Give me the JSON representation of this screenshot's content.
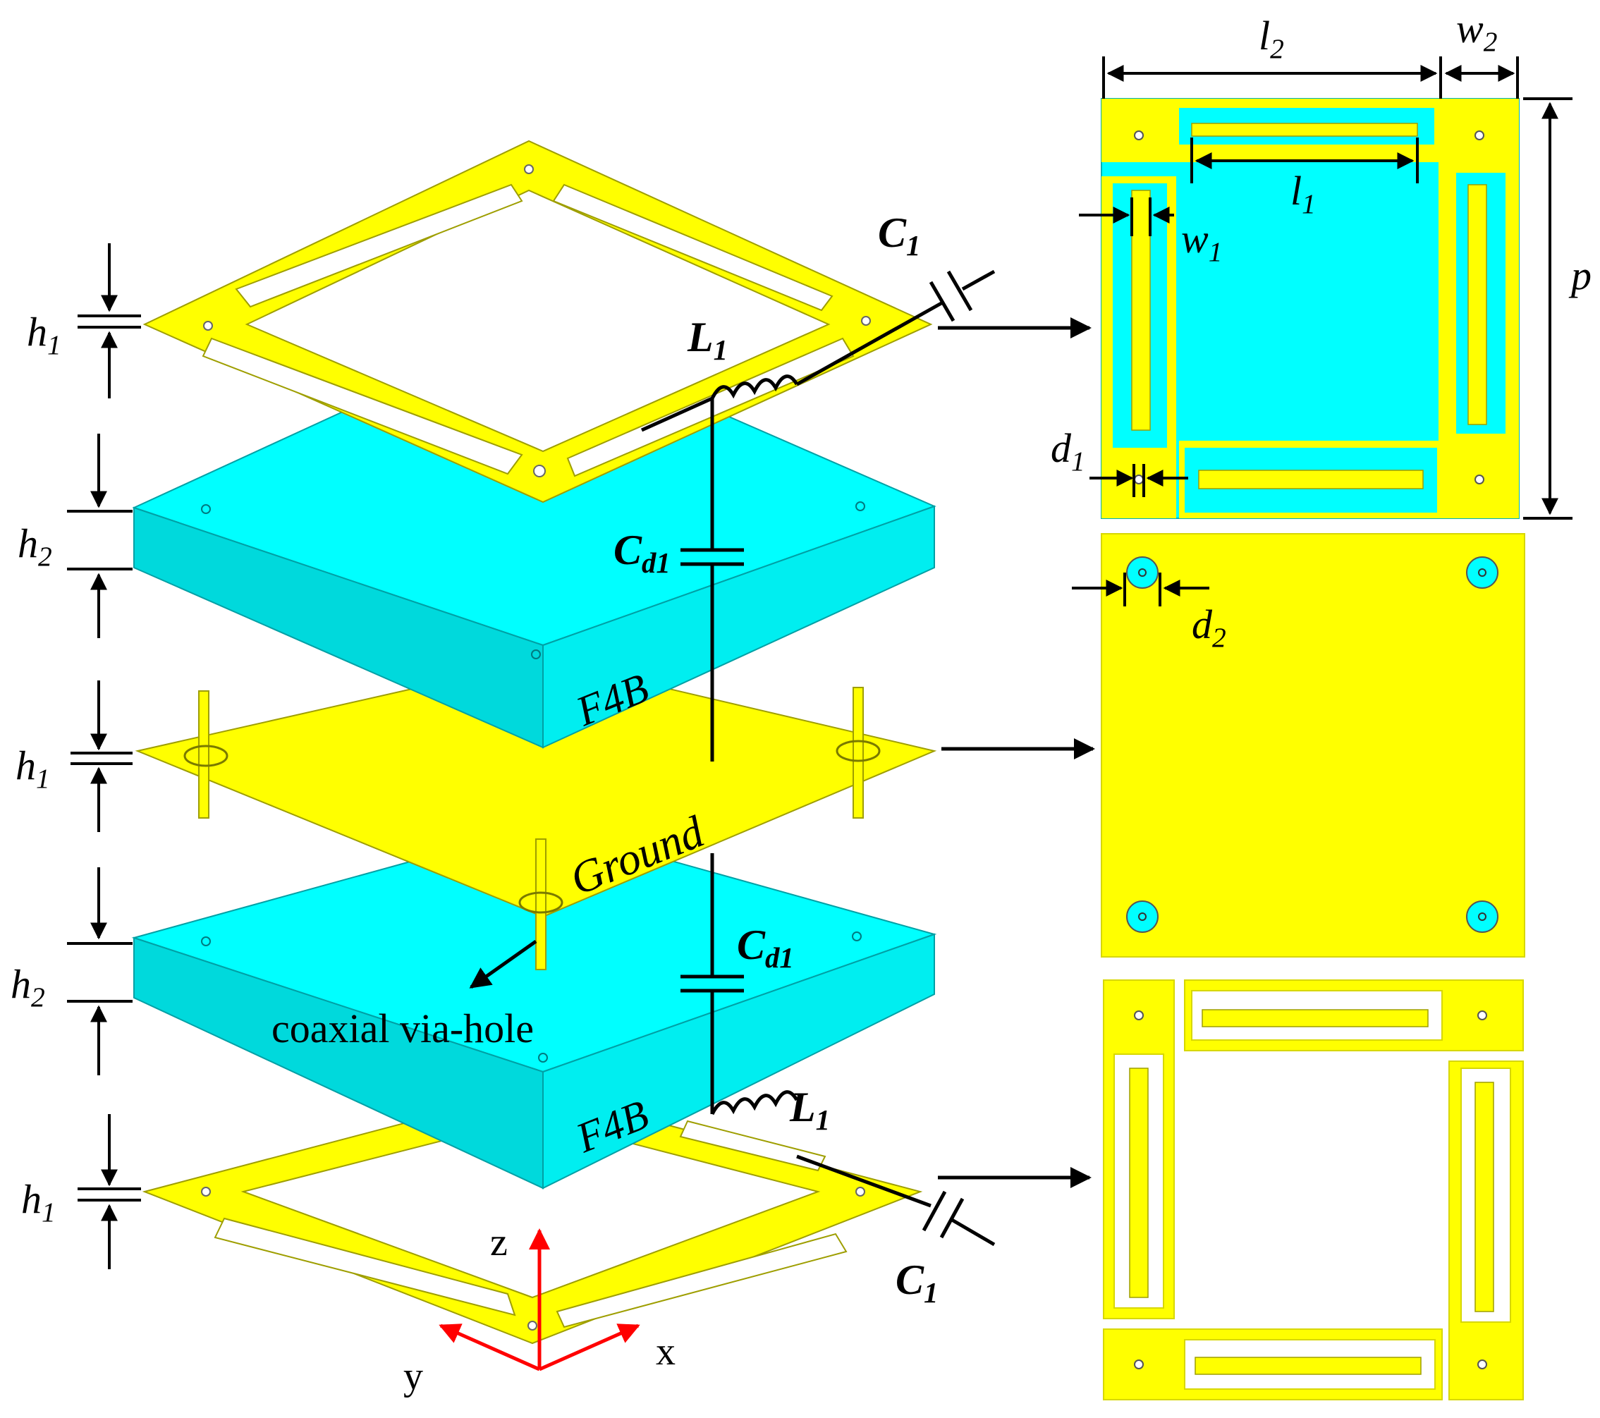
{
  "labels": {
    "h1": {
      "main": "h",
      "sub": "1"
    },
    "h2": {
      "main": "h",
      "sub": "2"
    },
    "c1": {
      "main": "C",
      "sub": "1"
    },
    "l1_inductor": {
      "main": "L",
      "sub": "1"
    },
    "cd1": {
      "main": "C",
      "sub": "d1"
    },
    "l1_dim": {
      "main": "l",
      "sub": "1"
    },
    "l2_dim": {
      "main": "l",
      "sub": "2"
    },
    "w1_dim": {
      "main": "w",
      "sub": "1"
    },
    "w2_dim": {
      "main": "w",
      "sub": "2"
    },
    "d1_dim": {
      "main": "d",
      "sub": "1"
    },
    "d2_dim": {
      "main": "d",
      "sub": "2"
    },
    "p_dim": "p",
    "substrate": "F4B",
    "ground": "Ground",
    "coaxial": "coaxial via-hole",
    "axis_x": "x",
    "axis_y": "y",
    "axis_z": "z"
  },
  "colors": {
    "metal": "#ffff00",
    "metal_dark": "#d7d700",
    "metal_edge": "#9e9e00",
    "substrate": "#00ffff",
    "substrate_dark": "#00d9dc",
    "line": "#000000",
    "axis": "#ff0000"
  }
}
